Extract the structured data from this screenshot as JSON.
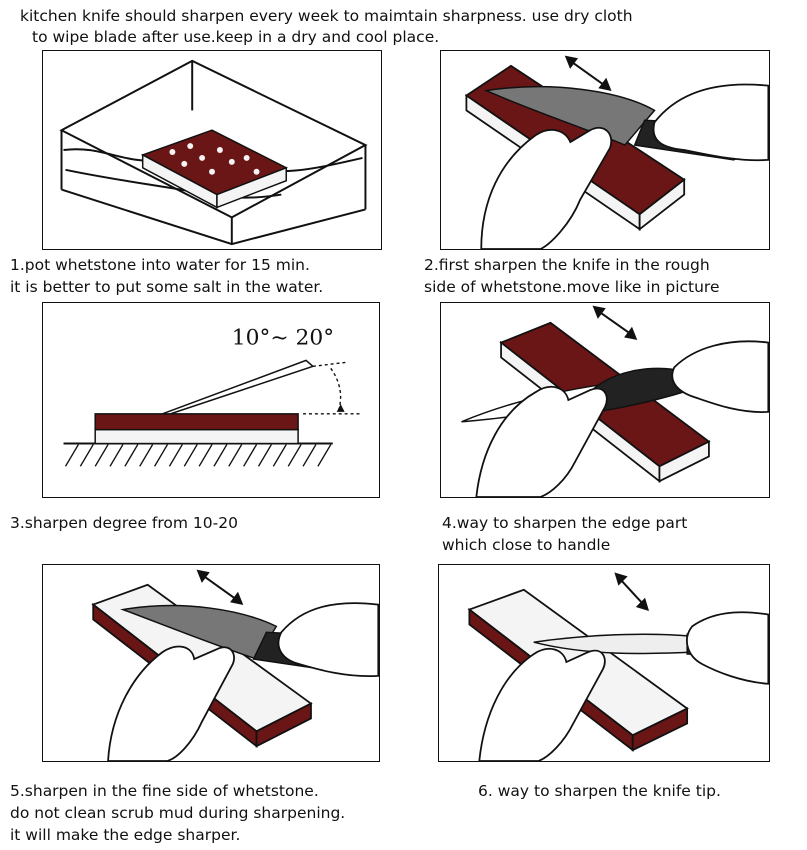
{
  "intro": {
    "line1": "kitchen knife should sharpen every week to maimtain sharpness. use dry cloth",
    "line2": "to wipe blade after use.keep in a dry and cool place."
  },
  "steps": [
    {
      "lines": [
        "1.pot whetstone into water for 15 min.",
        "it is better to put some salt in the water."
      ]
    },
    {
      "lines": [
        "2.first sharpen the knife in the rough",
        "side of whetstone.move like in picture"
      ]
    },
    {
      "lines": [
        "3.sharpen degree from 10-20"
      ],
      "angle_label": "10°~ 20°"
    },
    {
      "lines": [
        "4.way to sharpen the edge part",
        "which close to handle"
      ]
    },
    {
      "lines": [
        "5.sharpen in the fine side of whetstone.",
        "do not clean scrub mud during sharpening.",
        "it will make the edge sharper."
      ]
    },
    {
      "lines": [
        "6. way to sharpen the knife tip."
      ]
    }
  ],
  "colors": {
    "stone_dark": "#6b1616",
    "stone_light": "#f4f4f4",
    "line": "#111111"
  },
  "icons": [
    "water-tub-illustration",
    "hand-knife-stone-illustration",
    "angle-diagram-illustration",
    "double-arrow-icon"
  ]
}
